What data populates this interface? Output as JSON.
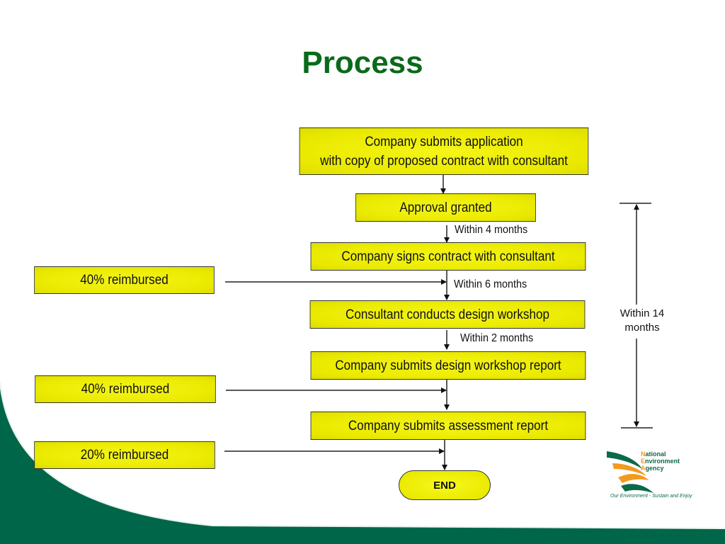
{
  "slide": {
    "title": "Process",
    "colors": {
      "title_green": "#0a6a1a",
      "box_yellow": "#eaea00",
      "swoosh_green": "#00664a",
      "logo_orange": "#f29a1f"
    }
  },
  "flow": {
    "steps": [
      {
        "line1": "Company submits application",
        "line2": "with copy of proposed contract with consultant"
      },
      {
        "label": "Approval granted"
      },
      {
        "label": "Company signs contract with consultant"
      },
      {
        "label": "Consultant conducts design workshop"
      },
      {
        "label": "Company submits design workshop report"
      },
      {
        "label": "Company submits assessment report"
      }
    ],
    "end_label": "END",
    "durations": [
      "Within 4 months",
      "Within 6 months",
      "Within 2 months"
    ],
    "overall_duration": {
      "line1": "Within 14",
      "line2": "months"
    }
  },
  "reimbursements": [
    {
      "label": "40% reimbursed"
    },
    {
      "label": "40% reimbursed"
    },
    {
      "label": "20% reimbursed"
    }
  ],
  "logo": {
    "name_line1_cap": "N",
    "name_line1_rest": "ational",
    "name_line2_cap": "E",
    "name_line2_rest": "nvironment",
    "name_line3_cap": "A",
    "name_line3_rest": "gency",
    "tagline": "Our Environment - Sustain and Enjoy"
  }
}
